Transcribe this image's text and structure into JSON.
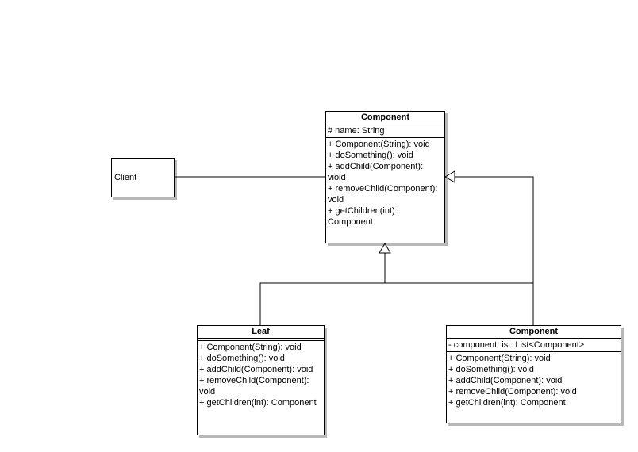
{
  "client": {
    "name": "Client"
  },
  "component": {
    "name": "Component",
    "attributes": [
      "# name: String"
    ],
    "methods": [
      "+ Component(String): void",
      "+ doSomething(): void",
      "+ addChild(Component): vioid",
      "+ removeChild(Component): void",
      "+ getChildren(int): Component"
    ]
  },
  "leaf": {
    "name": "Leaf",
    "methods": [
      "+ Component(String): void",
      "+ doSomething(): void",
      "+ addChild(Component): void",
      "+ removeChild(Component): void",
      "+ getChildren(int): Component"
    ]
  },
  "composite": {
    "name": "Component",
    "attributes": [
      "- componentList: List<Component>"
    ],
    "methods": [
      "+ Component(String): void",
      "+ doSomething(): void",
      "+ addChild(Component): void",
      "+ removeChild(Component): void",
      "+ getChildren(int): Component"
    ]
  },
  "relations": [
    {
      "type": "association",
      "from": "client",
      "to": "component"
    },
    {
      "type": "generalization",
      "from": "leaf",
      "to": "component"
    },
    {
      "type": "generalization",
      "from": "composite",
      "to": "component"
    }
  ]
}
